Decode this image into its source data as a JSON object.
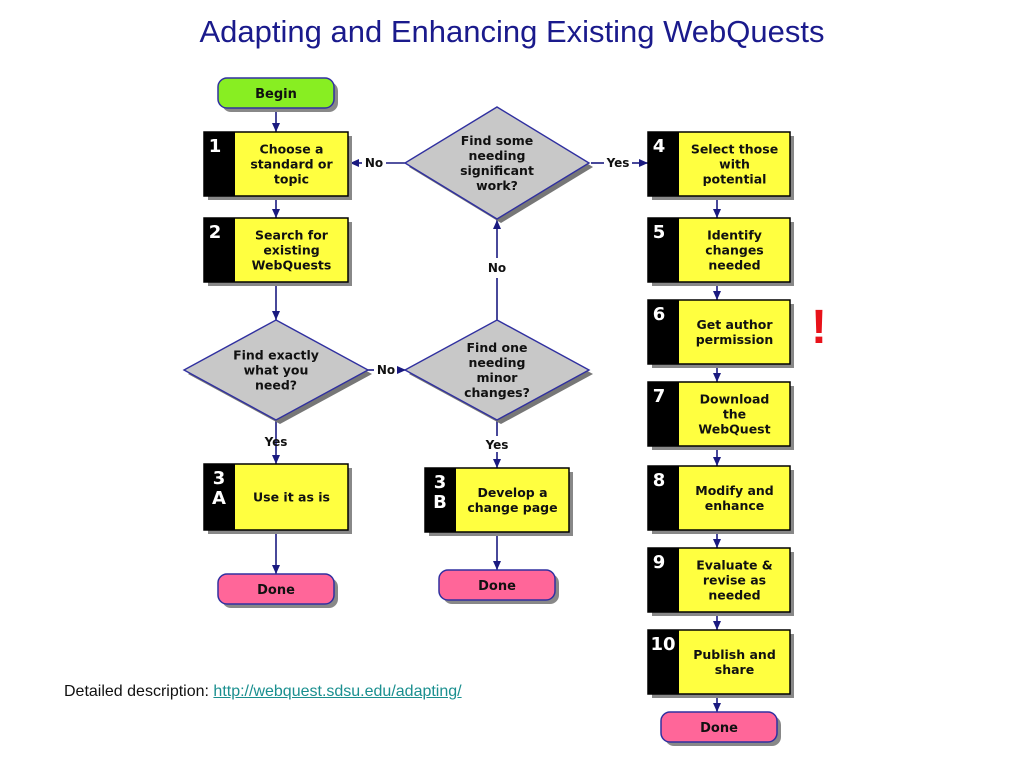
{
  "title": "Adapting and Enhancing Existing WebQuests",
  "colors": {
    "step_fill": "#ffff40",
    "step_number_bg": "#000000",
    "terminal_start": "#88ee22",
    "terminal_end": "#ff6699",
    "decision_fill": "#c8c8c8",
    "line": "#1a1a80",
    "warning": "#e8121a"
  },
  "begin": {
    "label": "Begin"
  },
  "steps": {
    "s1": {
      "number": "1",
      "lines": [
        "Choose a",
        "standard or",
        "topic"
      ]
    },
    "s2": {
      "number": "2",
      "lines": [
        "Search for",
        "existing",
        "WebQuests"
      ]
    },
    "s3a": {
      "number": [
        "3",
        "A"
      ],
      "lines": [
        "Use it as is"
      ]
    },
    "s3b": {
      "number": [
        "3",
        "B"
      ],
      "lines": [
        "Develop a",
        "change page"
      ]
    },
    "s4": {
      "number": "4",
      "lines": [
        "Select those",
        "with",
        "potential"
      ]
    },
    "s5": {
      "number": "5",
      "lines": [
        "Identify",
        "changes",
        "needed"
      ]
    },
    "s6": {
      "number": "6",
      "lines": [
        "Get author",
        "permission"
      ]
    },
    "s7": {
      "number": "7",
      "lines": [
        "Download",
        "the",
        "WebQuest"
      ]
    },
    "s8": {
      "number": "8",
      "lines": [
        "Modify and",
        "enhance"
      ]
    },
    "s9": {
      "number": "9",
      "lines": [
        "Evaluate &",
        "revise as",
        "needed"
      ]
    },
    "s10": {
      "number": "10",
      "lines": [
        "Publish and",
        "share"
      ]
    }
  },
  "decisions": {
    "d_significant": {
      "lines": [
        "Find some",
        "needing",
        "significant",
        "work?"
      ]
    },
    "d_exact": {
      "lines": [
        "Find exactly",
        "what you",
        "need?"
      ]
    },
    "d_minor": {
      "lines": [
        "Find one",
        "needing",
        "minor",
        "changes?"
      ]
    }
  },
  "done": {
    "label": "Done"
  },
  "edge_labels": {
    "no": "No",
    "yes": "Yes"
  },
  "warning_mark": "!",
  "footer": {
    "label": "Detailed description:",
    "link_text": "http://webquest.sdsu.edu/adapting/"
  }
}
